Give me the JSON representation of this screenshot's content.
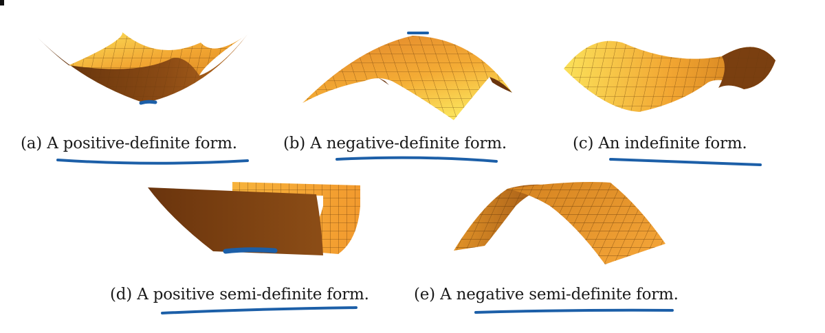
{
  "figures": [
    {
      "id": "a",
      "tag": "(a)",
      "article": "A",
      "text": "positive-definite form."
    },
    {
      "id": "b",
      "tag": "(b)",
      "article": "A",
      "text": "negative-definite form."
    },
    {
      "id": "c",
      "tag": "(c)",
      "article": "An",
      "text": "indefinite form."
    },
    {
      "id": "d",
      "tag": "(d)",
      "article": "A",
      "text": "positive semi-definite form."
    },
    {
      "id": "e",
      "tag": "(e)",
      "article": "A",
      "text": "negative semi-definite form."
    }
  ],
  "colors": {
    "surface_light": "#f6b23a",
    "surface_mid": "#e8922a",
    "surface_dark": "#7a3f10",
    "surface_highlight": "#fbe15a",
    "ink_annotation": "#1c5fa8",
    "caption_text": "#1a1a1a"
  }
}
